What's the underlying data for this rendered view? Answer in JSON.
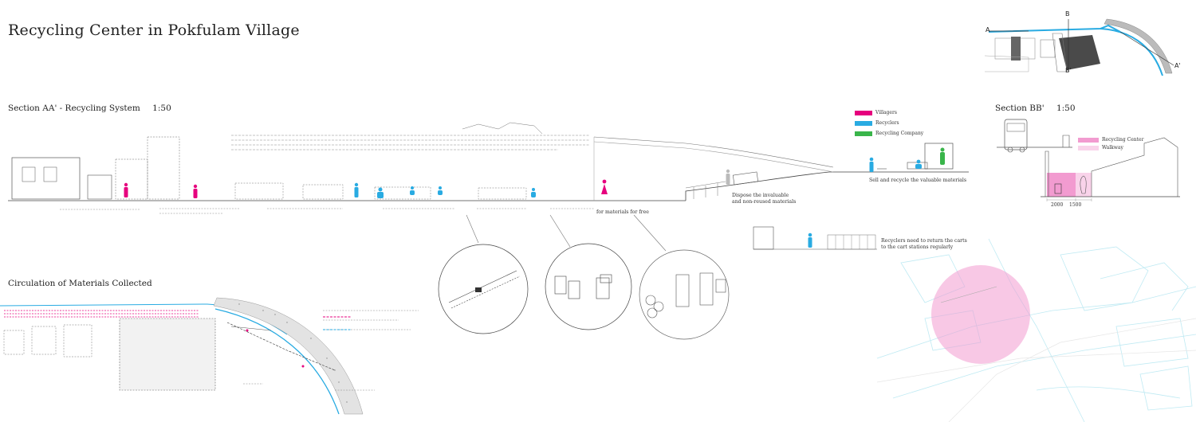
{
  "title": "Recycling Center in Pokfulam Village",
  "section_aa": {
    "heading": "Section AA' - Recycling System",
    "scale": "1:50",
    "annotations": {
      "dispose": [
        "Dispose the invaluable",
        "and non-reused materials"
      ],
      "sell": "Sell and recycle the valuable materials",
      "free": "for materials for free",
      "carts": [
        "Recyclers need to return the carts",
        "to the cart stations regularly"
      ]
    },
    "legend": [
      {
        "label": "Villagers",
        "color": "#e6007e"
      },
      {
        "label": "Recyclers",
        "color": "#29abe2"
      },
      {
        "label": "Recycling Company",
        "color": "#39b54a"
      }
    ]
  },
  "section_bb": {
    "heading": "Section BB'",
    "scale": "1:50",
    "legend": [
      {
        "label": "Recycling Center",
        "color": "#f29bd0"
      },
      {
        "label": "Walkway",
        "color": "#f9d3ea"
      }
    ],
    "dimensions": [
      "2000",
      "1500"
    ]
  },
  "circulation": {
    "heading": "Circulation of Materials Collected"
  },
  "key_plan": {
    "markers": {
      "a": "A",
      "a_prime": "A'",
      "b": "B",
      "b_prime": "B'"
    }
  },
  "colors": {
    "villagers": "#e6007e",
    "recyclers": "#29abe2",
    "company": "#39b54a",
    "center": "#f29bd0",
    "walkway": "#f9d3ea"
  }
}
